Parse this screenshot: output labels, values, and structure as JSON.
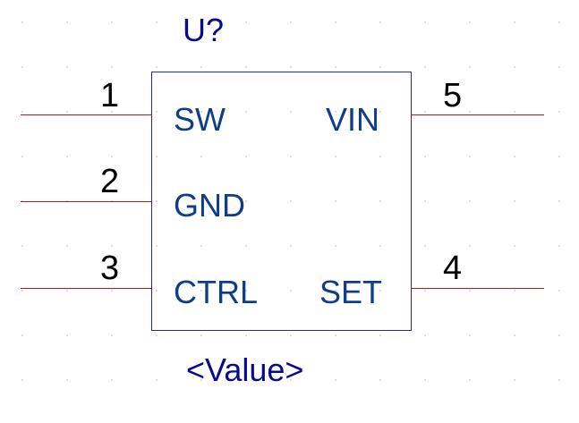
{
  "component": {
    "designator": "U?",
    "value": "<Value>"
  },
  "pins": {
    "p1": {
      "number": "1",
      "name": "SW"
    },
    "p2": {
      "number": "2",
      "name": "GND"
    },
    "p3": {
      "number": "3",
      "name": "CTRL"
    },
    "p4": {
      "number": "4",
      "name": "SET"
    },
    "p5": {
      "number": "5",
      "name": "VIN"
    }
  },
  "colors": {
    "component_text": "#0a0a8c",
    "pin_name": "#0f3d8c",
    "pin_line": "#b01818",
    "body_outline": "#2a2aa0"
  }
}
